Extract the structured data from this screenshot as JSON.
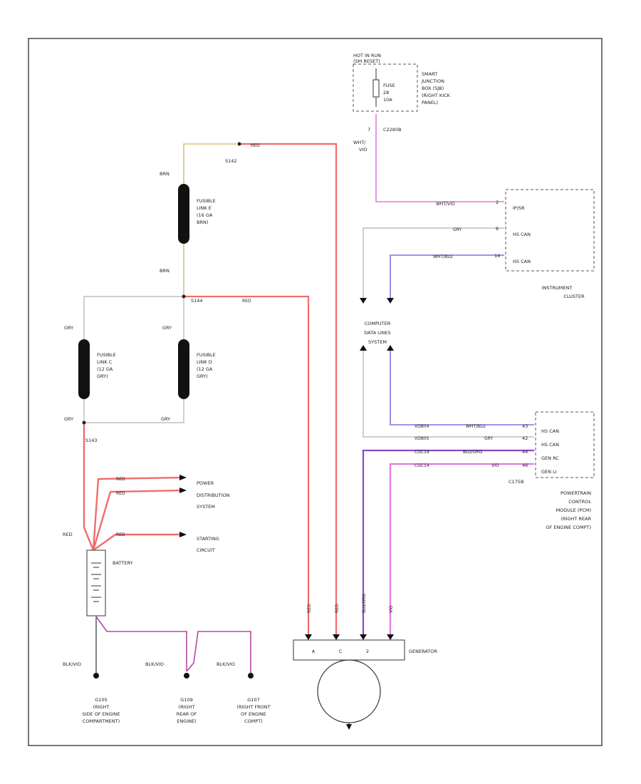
{
  "figure_id": "",
  "hot_in_run": [
    "HOT IN RUN",
    "(SM RESET)"
  ],
  "fuse": [
    "FUSE",
    "28",
    "10A"
  ],
  "sjb": [
    "SMART",
    "JUNCTION",
    "BOX (SJB)",
    "(RIGHT KICK",
    "PANEL)"
  ],
  "c2280b": "C2280B",
  "c2280b_pin": "7",
  "wht_vio": [
    "WHT/",
    "VIO"
  ],
  "s142": "S142",
  "red": "RED",
  "brn": "BRN",
  "fusible_link_e": [
    "FUSIBLE",
    "LINK E",
    "(16 GA",
    "BRN)"
  ],
  "s144": "S144",
  "gry": "GRY",
  "fusible_link_c": [
    "FUSIBLE",
    "LINK C",
    "(12 GA",
    "GRY)"
  ],
  "fusible_link_d": [
    "FUSIBLE",
    "LINK D",
    "(12 GA",
    "GRY)"
  ],
  "s143": "S143",
  "power_distribution": [
    "POWER",
    "DISTRIBUTION",
    "SYSTEM"
  ],
  "starting_circuit": [
    "STARTING",
    "CIRCUIT"
  ],
  "battery": "BATTERY",
  "blk_vio": "BLK/VIO",
  "grounds": [
    [
      "G105",
      "(RIGHT",
      "SIDE OF ENGINE",
      "COMPARTMENT)"
    ],
    [
      "G109",
      "(RIGHT",
      "REAR OF",
      "ENGINE)"
    ],
    [
      "G107",
      "(RIGHT FRONT",
      "OF ENGINE",
      "COMPT)"
    ]
  ],
  "instrument_cluster": {
    "pins": [
      "IP/SR",
      "HS CAN",
      "HS CAN"
    ],
    "pin_numbers": [
      "2",
      "6",
      "14"
    ],
    "wires": [
      "WHT/VIO",
      "GRY",
      "WHT/BLU"
    ],
    "label": [
      "INSTRUMENT",
      "CLUSTER"
    ]
  },
  "computer_data_lines": [
    "COMPUTER",
    "DATA LINES",
    "SYSTEM"
  ],
  "pcm": {
    "pins": [
      "HS CAN",
      "HS CAN",
      "GEN RC",
      "GEN LI"
    ],
    "pin_numbers": [
      "43",
      "42",
      "44",
      "46"
    ],
    "circuits": [
      "VDB04",
      "VDB05",
      "CGC19",
      "CGC14"
    ],
    "wires": [
      "WHT/BLU",
      "GRY",
      "BLU/ORG",
      "VIO"
    ],
    "connector": "C175B",
    "label": [
      "POWERTRAIN",
      "CONTROL",
      "MODULE (PCM)",
      "(RIGHT REAR",
      "OF ENGINE COMPT)"
    ]
  },
  "generator": {
    "label": "GENERATOR",
    "terminals": [
      "A",
      "C",
      "2"
    ]
  },
  "colors": {
    "red": "#f26b6b",
    "brown": "#d9c27a",
    "gray": "#b0b0b0",
    "violet": "#e27ae2",
    "blue": "#7a73e0",
    "purple": "#8a4ac6",
    "ground_violet": "#b04aa8",
    "frame": "#555555"
  }
}
